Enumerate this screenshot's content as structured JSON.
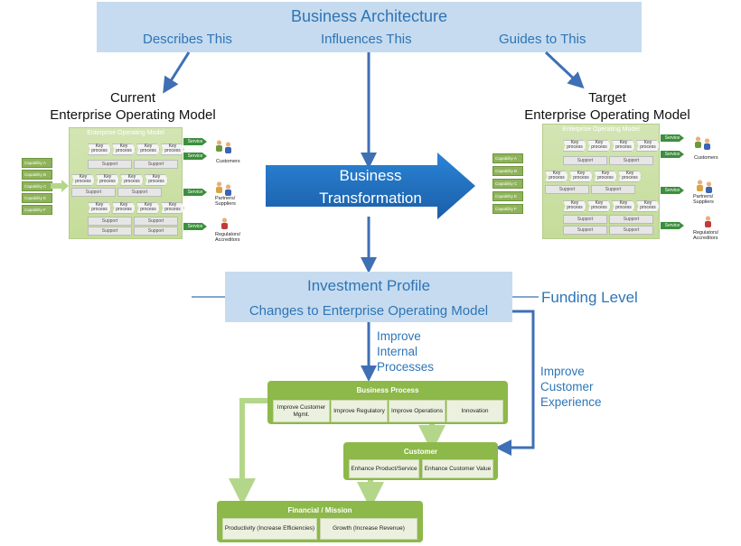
{
  "header": {
    "title": "Business Architecture",
    "describes": "Describes This",
    "influences": "Influences This",
    "guides": "Guides to This"
  },
  "current": {
    "line1": "Current",
    "line2": "Enterprise Operating Model"
  },
  "target": {
    "line1": "Target",
    "line2": "Enterprise Operating Model"
  },
  "eom": {
    "header": "Enterprise Operating Model",
    "key_process": "Key process",
    "support": "Support",
    "service": "Service",
    "capabilities": [
      "Capability A",
      "Capability B",
      "Capability C",
      "Capability E",
      "Capability F"
    ],
    "stakeholders": [
      "Customers",
      "Partners/ Suppliers",
      "Regulators/ Accreditors"
    ]
  },
  "transformation": {
    "line1": "Business",
    "line2": "Transformation"
  },
  "investment": {
    "title": "Investment Profile",
    "subtitle": "Changes to Enterprise Operating Model",
    "funding": "Funding Level"
  },
  "labels": {
    "improve_internal": [
      "Improve",
      "Internal",
      "Processes"
    ],
    "improve_customer": [
      "Improve",
      "Customer",
      "Experience"
    ]
  },
  "business_process": {
    "title": "Business Process",
    "cells": [
      "Improve Customer Mgmt.",
      "Improve Regulatory",
      "Improve Operations",
      "Innovation"
    ]
  },
  "customer": {
    "title": "Customer",
    "cells": [
      "Enhance Product/Service",
      "Enhance Customer Value"
    ]
  },
  "financial": {
    "title": "Financial / Mission",
    "cells": [
      "Productivity (Increase Efficiencies)",
      "Growth (Increase Revenue)"
    ]
  },
  "colors": {
    "light_blue": "#c6dbef",
    "blue_text": "#2e75b6",
    "arrow_blue": "#3f6fb5",
    "transform_blue": "#1f6fc0",
    "green": "#8db84a",
    "light_green_arrow": "#b4d68a"
  }
}
